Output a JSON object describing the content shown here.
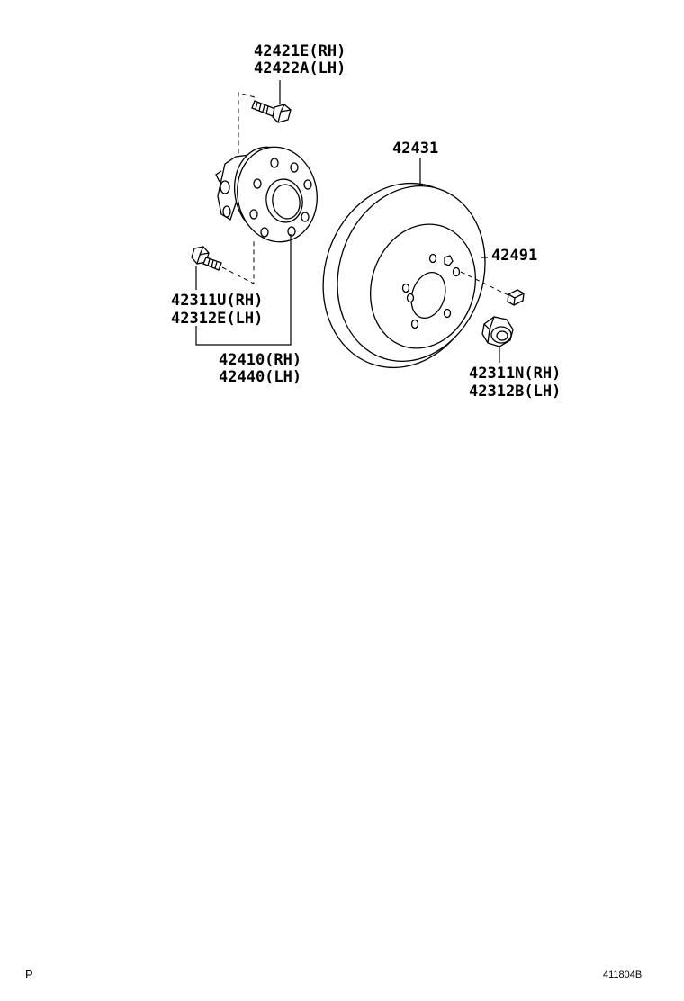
{
  "labels": {
    "bolt_top_rh": "42421E(RH)",
    "bolt_top_lh": "42422A(LH)",
    "rotor": "42431",
    "plug": "42491",
    "bolt_left_rh": "42311U(RH)",
    "bolt_left_lh": "42312E(LH)",
    "hub_rh": "42410(RH)",
    "hub_lh": "42440(LH)",
    "nut_rh": "42311N(RH)",
    "nut_lh": "42312B(LH)"
  },
  "footer": {
    "corner_left": "P",
    "corner_right": "411804B"
  }
}
